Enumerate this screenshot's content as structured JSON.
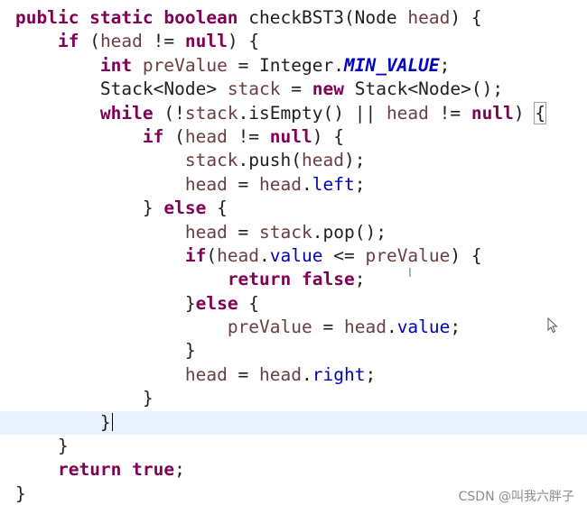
{
  "editor": {
    "lines": [
      [
        {
          "t": "public static boolean ",
          "c": "kw"
        },
        {
          "t": "checkBST3(Node ",
          "c": "plain"
        },
        {
          "t": "head",
          "c": "var"
        },
        {
          "t": ") {",
          "c": "plain"
        }
      ],
      [
        {
          "t": "    ",
          "c": "plain"
        },
        {
          "t": "if",
          "c": "kw"
        },
        {
          "t": " (",
          "c": "plain"
        },
        {
          "t": "head",
          "c": "var"
        },
        {
          "t": " != ",
          "c": "plain"
        },
        {
          "t": "null",
          "c": "kw"
        },
        {
          "t": ") {",
          "c": "plain"
        }
      ],
      [
        {
          "t": "        ",
          "c": "plain"
        },
        {
          "t": "int",
          "c": "kw"
        },
        {
          "t": " ",
          "c": "plain"
        },
        {
          "t": "preValue",
          "c": "var"
        },
        {
          "t": " = Integer.",
          "c": "plain"
        },
        {
          "t": "MIN_VALUE",
          "c": "sfld"
        },
        {
          "t": ";",
          "c": "plain"
        }
      ],
      [
        {
          "t": "        Stack<Node> ",
          "c": "plain"
        },
        {
          "t": "stack",
          "c": "var"
        },
        {
          "t": " = ",
          "c": "plain"
        },
        {
          "t": "new",
          "c": "kw"
        },
        {
          "t": " Stack<Node>();",
          "c": "plain"
        }
      ],
      [
        {
          "t": "        ",
          "c": "plain"
        },
        {
          "t": "while",
          "c": "kw"
        },
        {
          "t": " (!",
          "c": "plain"
        },
        {
          "t": "stack",
          "c": "var"
        },
        {
          "t": ".isEmpty() || ",
          "c": "plain"
        },
        {
          "t": "head",
          "c": "var"
        },
        {
          "t": " != ",
          "c": "plain"
        },
        {
          "t": "null",
          "c": "kw"
        },
        {
          "t": ") ",
          "c": "plain"
        },
        {
          "t": "{",
          "c": "plain",
          "box": true
        }
      ],
      [
        {
          "t": "            ",
          "c": "plain"
        },
        {
          "t": "if",
          "c": "kw"
        },
        {
          "t": " (",
          "c": "plain"
        },
        {
          "t": "head",
          "c": "var"
        },
        {
          "t": " != ",
          "c": "plain"
        },
        {
          "t": "null",
          "c": "kw"
        },
        {
          "t": ") {",
          "c": "plain"
        }
      ],
      [
        {
          "t": "                ",
          "c": "plain"
        },
        {
          "t": "stack",
          "c": "var"
        },
        {
          "t": ".push(",
          "c": "plain"
        },
        {
          "t": "head",
          "c": "var"
        },
        {
          "t": ");",
          "c": "plain"
        }
      ],
      [
        {
          "t": "                ",
          "c": "plain"
        },
        {
          "t": "head",
          "c": "var"
        },
        {
          "t": " = ",
          "c": "plain"
        },
        {
          "t": "head",
          "c": "var"
        },
        {
          "t": ".",
          "c": "plain"
        },
        {
          "t": "left",
          "c": "fld"
        },
        {
          "t": ";",
          "c": "plain"
        }
      ],
      [
        {
          "t": "            } ",
          "c": "plain"
        },
        {
          "t": "else",
          "c": "kw"
        },
        {
          "t": " {",
          "c": "plain"
        }
      ],
      [
        {
          "t": "                ",
          "c": "plain"
        },
        {
          "t": "head",
          "c": "var"
        },
        {
          "t": " = ",
          "c": "plain"
        },
        {
          "t": "stack",
          "c": "var"
        },
        {
          "t": ".pop();",
          "c": "plain"
        }
      ],
      [
        {
          "t": "                ",
          "c": "plain"
        },
        {
          "t": "if",
          "c": "kw"
        },
        {
          "t": "(",
          "c": "plain"
        },
        {
          "t": "head",
          "c": "var"
        },
        {
          "t": ".",
          "c": "plain"
        },
        {
          "t": "value",
          "c": "fld"
        },
        {
          "t": " <= ",
          "c": "plain"
        },
        {
          "t": "preValue",
          "c": "var"
        },
        {
          "t": ") {",
          "c": "plain"
        }
      ],
      [
        {
          "t": "                    ",
          "c": "plain"
        },
        {
          "t": "return false",
          "c": "kw"
        },
        {
          "t": ";",
          "c": "plain"
        }
      ],
      [
        {
          "t": "                }",
          "c": "plain"
        },
        {
          "t": "else",
          "c": "kw"
        },
        {
          "t": " {",
          "c": "plain"
        }
      ],
      [
        {
          "t": "                    ",
          "c": "plain"
        },
        {
          "t": "preValue",
          "c": "var"
        },
        {
          "t": " = ",
          "c": "plain"
        },
        {
          "t": "head",
          "c": "var"
        },
        {
          "t": ".",
          "c": "plain"
        },
        {
          "t": "value",
          "c": "fld"
        },
        {
          "t": ";",
          "c": "plain"
        }
      ],
      [
        {
          "t": "                }",
          "c": "plain"
        }
      ],
      [
        {
          "t": "                ",
          "c": "plain"
        },
        {
          "t": "head",
          "c": "var"
        },
        {
          "t": " = ",
          "c": "plain"
        },
        {
          "t": "head",
          "c": "var"
        },
        {
          "t": ".",
          "c": "plain"
        },
        {
          "t": "right",
          "c": "fld"
        },
        {
          "t": ";",
          "c": "plain"
        }
      ],
      [
        {
          "t": "            }",
          "c": "plain"
        }
      ],
      [
        {
          "t": "        }",
          "c": "plain",
          "caret": true
        }
      ],
      [
        {
          "t": "    }",
          "c": "plain"
        }
      ],
      [
        {
          "t": "    ",
          "c": "plain"
        },
        {
          "t": "return true",
          "c": "kw"
        },
        {
          "t": ";",
          "c": "plain"
        }
      ],
      [
        {
          "t": "}",
          "c": "plain"
        }
      ]
    ]
  },
  "cursor_icons": {
    "text_cursor": "I",
    "text_cursor_icon": "text-cursor-icon",
    "pointer_icon": "arrow-pointer-icon"
  },
  "watermark": {
    "text": "CSDN @叫我六胖子"
  },
  "colors": {
    "keyword": "#7f0055",
    "variable": "#6a3e3e",
    "field": "#0000c0",
    "current_line": "#e8f2fe"
  }
}
